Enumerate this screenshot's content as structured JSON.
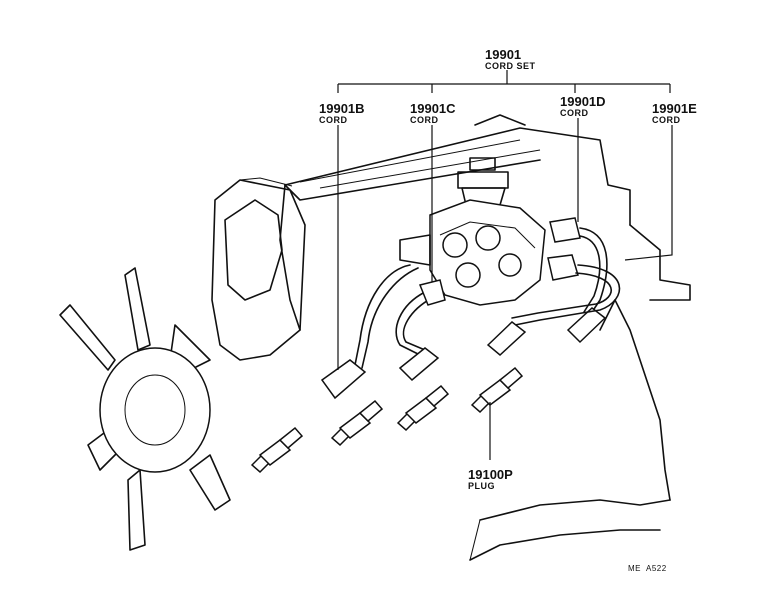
{
  "callouts": [
    {
      "part_no": "19901",
      "desc": "CORD SET"
    },
    {
      "part_no": "19901B",
      "desc": "CORD"
    },
    {
      "part_no": "19901C",
      "desc": "CORD"
    },
    {
      "part_no": "19901D",
      "desc": "CORD"
    },
    {
      "part_no": "19901E",
      "desc": "CORD"
    },
    {
      "part_no": "19100P",
      "desc": "PLUG"
    }
  ],
  "reference_code": "ME  A522"
}
